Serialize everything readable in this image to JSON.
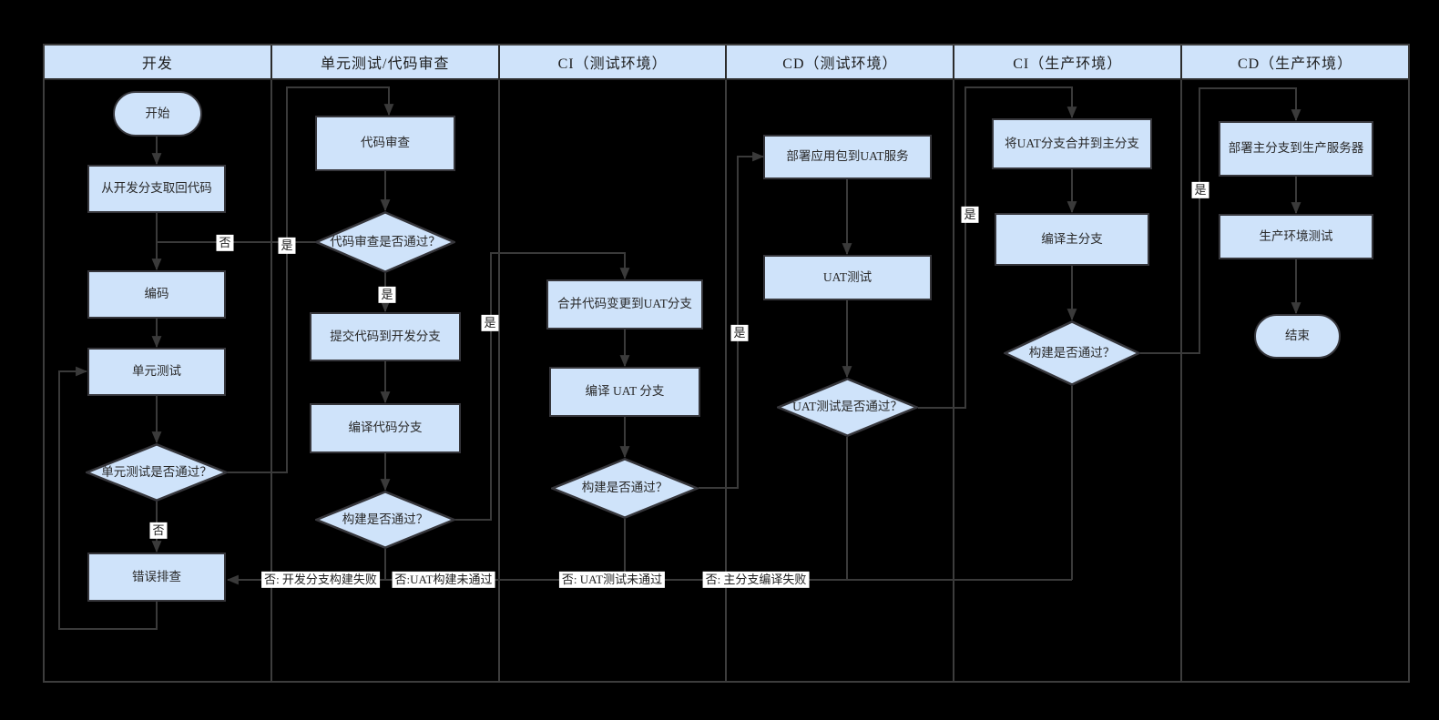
{
  "header": {
    "lanes": [
      "开发",
      "单元测试/代码审查",
      "CI（测试环境）",
      "CD（测试环境）",
      "CI（生产环境）",
      "CD（生产环境）"
    ]
  },
  "nodes": {
    "start": "开始",
    "fetch_code": "从开发分支取回代码",
    "coding": "编码",
    "unit_test": "单元测试",
    "unit_test_pass": "单元测试是否通过？",
    "troubleshoot": "错误排查",
    "code_review": "代码审查",
    "review_pass": "代码审查是否通过？",
    "commit_dev": "提交代码到开发分支",
    "compile_dev": "编译代码分支",
    "dev_build_pass": "构建是否通过？",
    "merge_uat": "合并代码变更到UAT分支",
    "compile_uat": "编译 UAT 分支",
    "uat_build_pass": "构建是否通过？",
    "deploy_uat": "部署应用包到UAT服务",
    "uat_test": "UAT测试",
    "uat_test_pass": "UAT测试是否通过？",
    "merge_main": "将UAT分支合并到主分支",
    "compile_main": "编译主分支",
    "main_build_pass": "构建是否通过？",
    "deploy_prod": "部署主分支到生产服务器",
    "prod_test": "生产环境测试",
    "end": "结束"
  },
  "edge_labels": {
    "yes": "是",
    "no": "否",
    "no_dev_build": "否: 开发分支构建失败",
    "no_uat_build": "否:UAT构建未通过",
    "no_uat_test": "否: UAT测试未通过",
    "no_main_compile": "否: 主分支编译失败"
  },
  "colors": {
    "background": "#000000",
    "shape_fill": "#cfe3fa",
    "shape_border": "#36363b",
    "lane_border": "#3d3d3d",
    "connector": "#3a3a3a",
    "label_bg": "#ffffff",
    "text": "#2a2a2a"
  }
}
